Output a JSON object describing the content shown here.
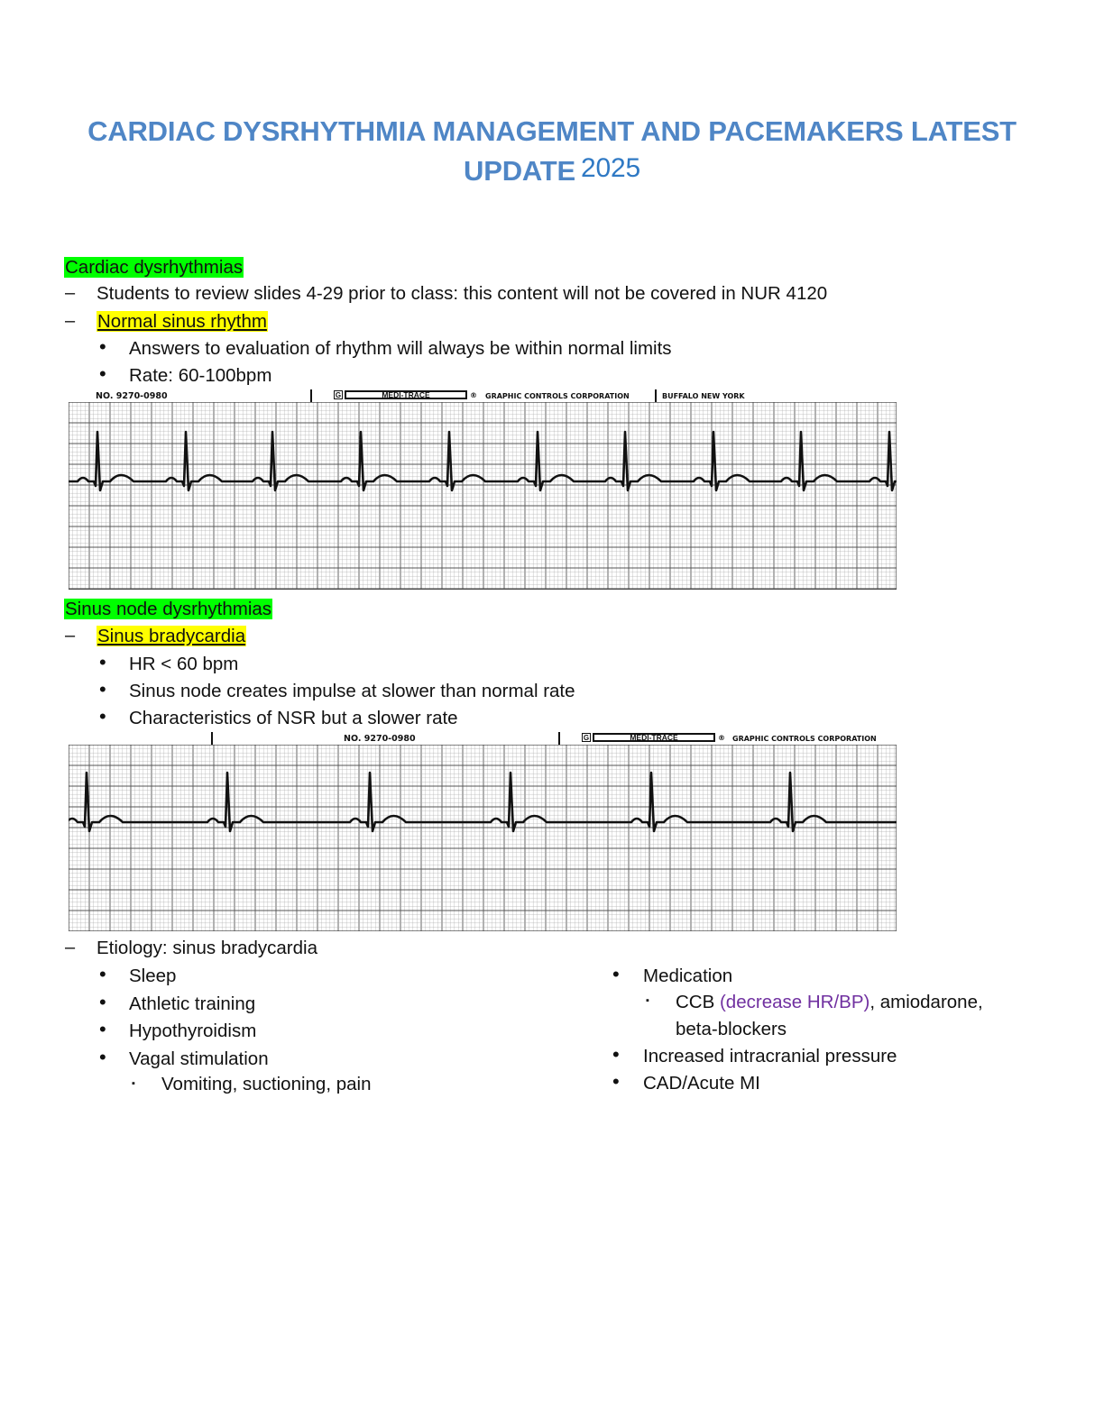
{
  "title": {
    "main": "CARDIAC DYSRHYTHMIA MANAGEMENT AND PACEMAKERS LATEST",
    "line2": "UPDATE",
    "year": "2025"
  },
  "sections": {
    "cardiac": {
      "heading": "Cardiac dysrhythmias",
      "item1": "Students to review slides 4-29 prior to class: this content will not be covered in NUR 4120",
      "nsr_label": "Normal sinus rhythm",
      "nsr_bullets": [
        "Answers to evaluation of rhythm will always be within normal limits",
        "Rate: 60-100bpm"
      ]
    },
    "strip1": {
      "no": "NO. 9270-0980",
      "brand": "MEDI-TRACE",
      "company": "GRAPHIC CONTROLS CORPORATION",
      "city": "BUFFALO NEW YORK",
      "g": "G",
      "reg": "®"
    },
    "sinus": {
      "heading": "Sinus node dysrhythmias",
      "brady_label": "Sinus bradycardia",
      "brady_bullets": [
        "HR < 60 bpm",
        "Sinus node creates impulse at slower than normal rate",
        "Characteristics of NSR but a slower rate"
      ]
    },
    "strip2": {
      "no": "NO. 9270-0980",
      "brand": "MEDI-TRACE",
      "company": "GRAPHIC CONTROLS CORPORATION",
      "g": "G",
      "reg": "®"
    },
    "etiology": {
      "label": "Etiology: sinus bradycardia",
      "left": [
        "Sleep",
        "Athletic training",
        "Hypothyroidism",
        "Vagal stimulation"
      ],
      "vagal_sub": "Vomiting, suctioning, pain",
      "right_medication": "Medication",
      "ccb_prefix": "CCB ",
      "ccb_purple": "(decrease HR/BP)",
      "ccb_suffix": ", amiodarone,",
      "ccb_line2": "beta-blockers",
      "right_more": [
        "Increased intracranial pressure",
        "CAD/Acute MI"
      ]
    },
    "glyphs": {
      "dash": "–",
      "bullet": "•",
      "square": "▪"
    }
  },
  "colors": {
    "title": "#4f86c6",
    "green_highlight": "#00ff00",
    "yellow_highlight": "#ffff00",
    "purple": "#7030a0"
  }
}
